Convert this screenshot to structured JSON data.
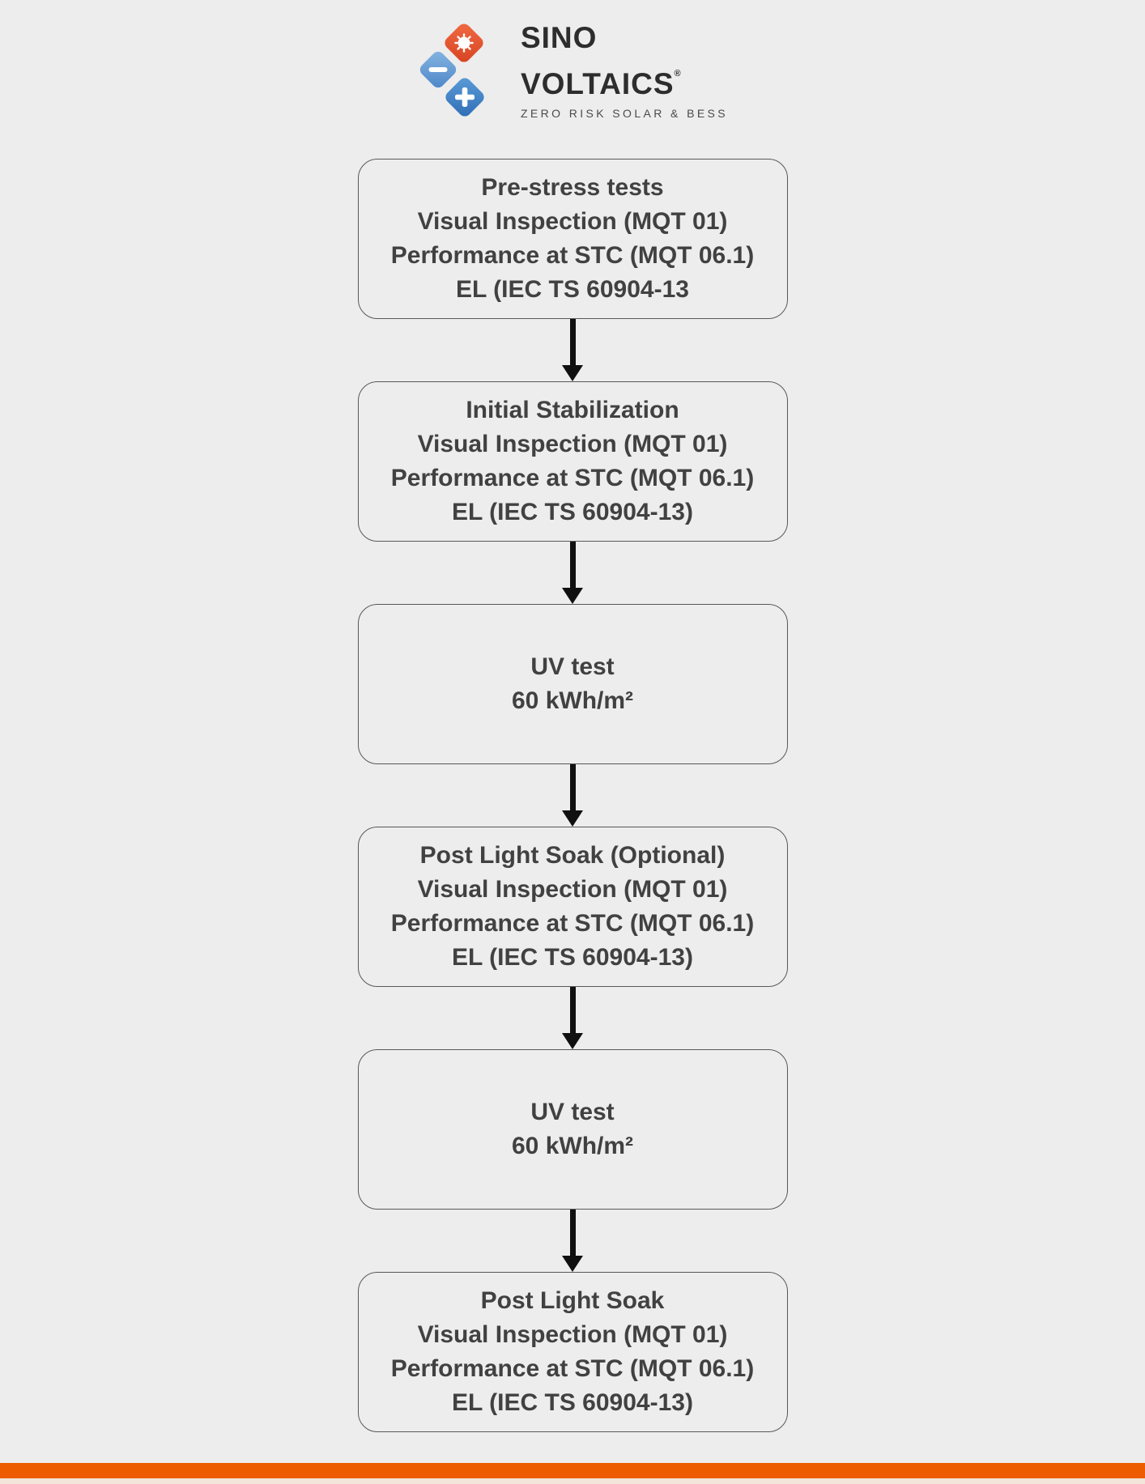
{
  "logo": {
    "brand_line1": "SINO",
    "brand_line2": "VOLTAICS",
    "registered_mark": "®",
    "tagline": "ZERO RISK SOLAR & BESS",
    "icon_colors": {
      "sun_diamond_orange": "#E8502F",
      "minus_diamond_light_blue": "#6FA3D8",
      "plus_diamond_blue": "#3E82CC"
    }
  },
  "flowchart": {
    "boxes": [
      {
        "name": "pre-stress-tests",
        "lines": [
          "Pre-stress tests",
          "Visual Inspection (MQT 01)",
          "Performance at STC (MQT 06.1)",
          "EL (IEC TS 60904-13"
        ]
      },
      {
        "name": "initial-stabilization",
        "lines": [
          "Initial Stabilization",
          "Visual Inspection (MQT 01)",
          "Performance at STC (MQT 06.1)",
          "EL (IEC TS 60904-13)"
        ]
      },
      {
        "name": "uv-test-1",
        "lines": [
          "UV test",
          "60 kWh/m²"
        ]
      },
      {
        "name": "post-light-soak-optional",
        "lines": [
          "Post Light Soak (Optional)",
          "Visual Inspection (MQT 01)",
          "Performance at STC (MQT 06.1)",
          "EL (IEC TS 60904-13)"
        ]
      },
      {
        "name": "uv-test-2",
        "lines": [
          "UV test",
          "60 kWh/m²"
        ]
      },
      {
        "name": "post-light-soak",
        "lines": [
          "Post Light Soak",
          "Visual Inspection (MQT 01)",
          "Performance at STC (MQT 06.1)",
          "EL (IEC TS 60904-13)"
        ]
      }
    ],
    "box_border_color": "#58585a",
    "arrow_color": "#101010"
  },
  "footer": {
    "bar_color": "#ED5C01",
    "strip_color": "#F3E5DA"
  }
}
